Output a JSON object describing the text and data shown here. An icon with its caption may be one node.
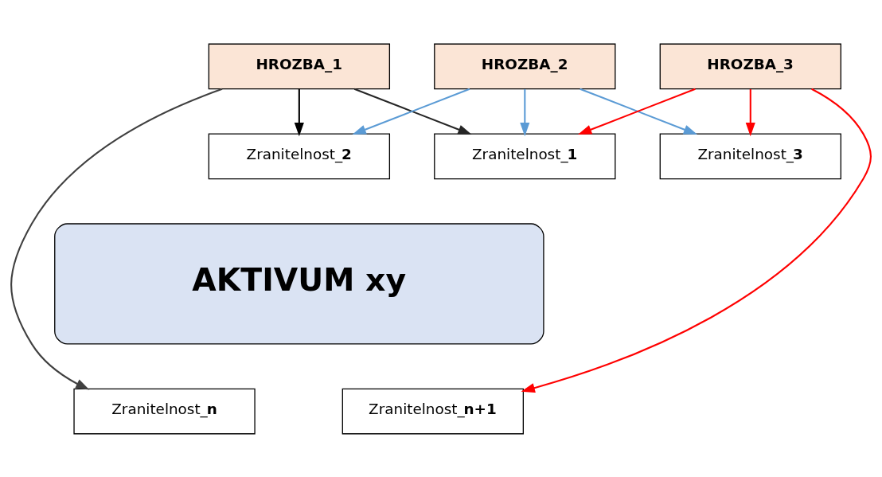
{
  "diagram": {
    "nodes": [
      {
        "text": [
          "HROZBA_1"
        ]
      },
      {
        "text": [
          "HROZBA_2"
        ]
      },
      {
        "text": [
          "HROZBA_3"
        ]
      },
      {
        "text": [
          "Zranitelnost_**1**"
        ]
      },
      {
        "text": [
          "Zranitelnost_**2**"
        ]
      },
      {
        "text": [
          "Zranitelnost_**3**"
        ]
      },
      {
        "text": [
          "AKTIVUM xy"
        ]
      },
      {
        "text": [
          "Zranitelnost_**n**"
        ]
      },
      {
        "text": [
          "Zranitelnost_**n+1**"
        ]
      }
    ],
    "edges": [
      {
        "from": 0,
        "to": 3,
        "arrow": "to",
        "color": "#262626"
      },
      {
        "from": 0,
        "to": 4,
        "arrow": "to",
        "color": "#000000"
      },
      {
        "from": 0,
        "to": 7,
        "arrow": "to",
        "color": "#404040"
      },
      {
        "from": 1,
        "to": 3,
        "arrow": "to",
        "color": "#5b9bd5"
      },
      {
        "from": 1,
        "to": 4,
        "arrow": "to",
        "color": "#5b9bd5"
      },
      {
        "from": 1,
        "to": 5,
        "arrow": "to",
        "color": "#5b9bd5"
      },
      {
        "from": 2,
        "to": 3,
        "arrow": "to",
        "color": "#ff0000"
      },
      {
        "from": 2,
        "to": 5,
        "arrow": "to",
        "color": "#ff0000"
      },
      {
        "from": 2,
        "to": 8,
        "arrow": "to",
        "color": "#ff0000"
      }
    ]
  }
}
